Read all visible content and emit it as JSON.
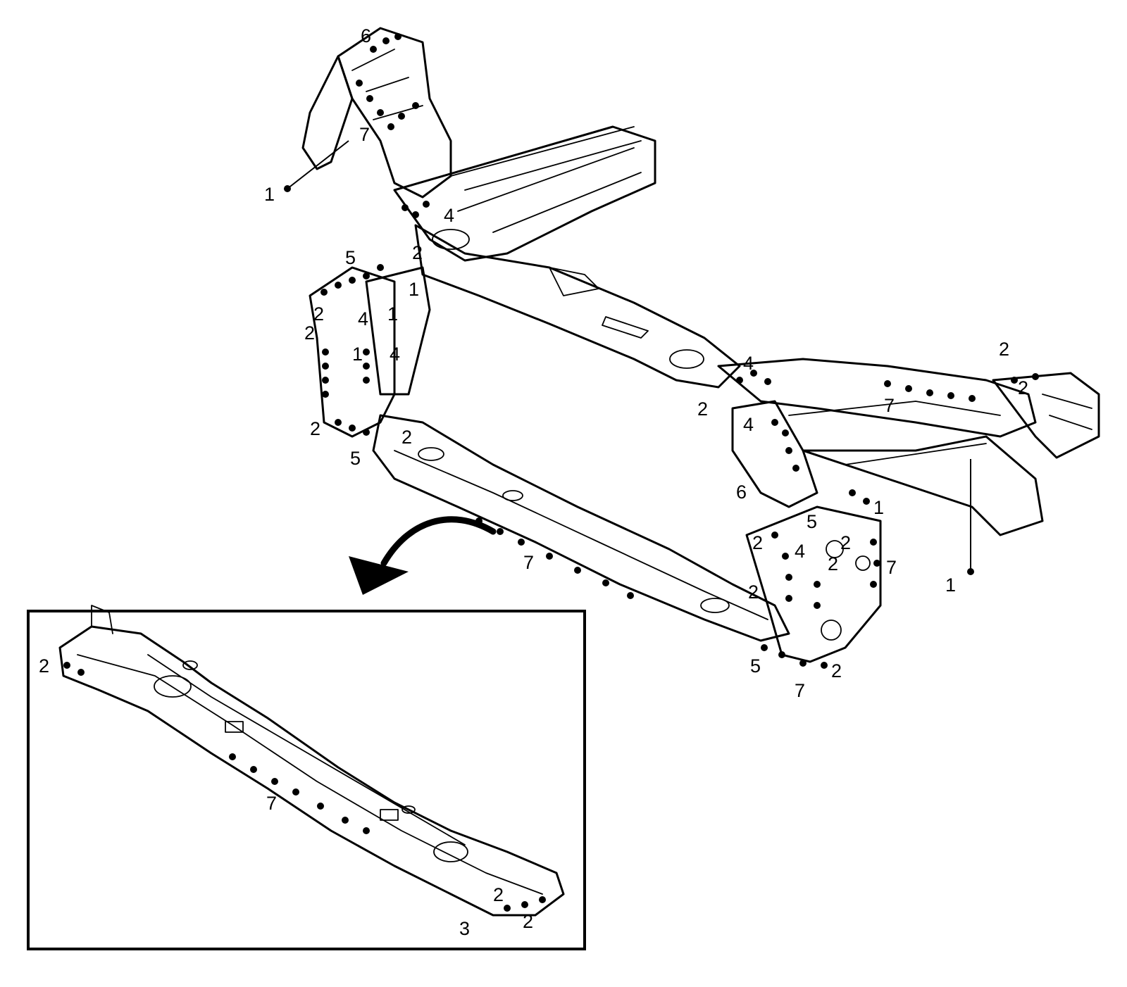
{
  "diagram": {
    "callouts": {
      "c1": "1",
      "c2": "2",
      "c3": "3",
      "c4": "4",
      "c5": "5",
      "c6": "6",
      "c7": "7"
    },
    "line_color": "#000000",
    "background_color": "#ffffff"
  }
}
